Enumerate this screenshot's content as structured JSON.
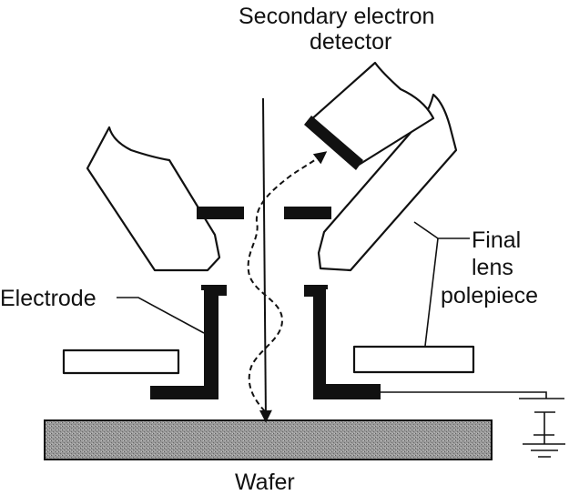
{
  "labels": {
    "detector_line1": "Secondary electron",
    "detector_line2": "detector",
    "polepiece_line1": "Final",
    "polepiece_line2": "lens",
    "polepiece_line3": "polepiece",
    "electrode": "Electrode",
    "wafer": "Wafer"
  },
  "colors": {
    "ink": "#111111",
    "background": "#ffffff",
    "wafer_fill": "#8c8c8c"
  }
}
